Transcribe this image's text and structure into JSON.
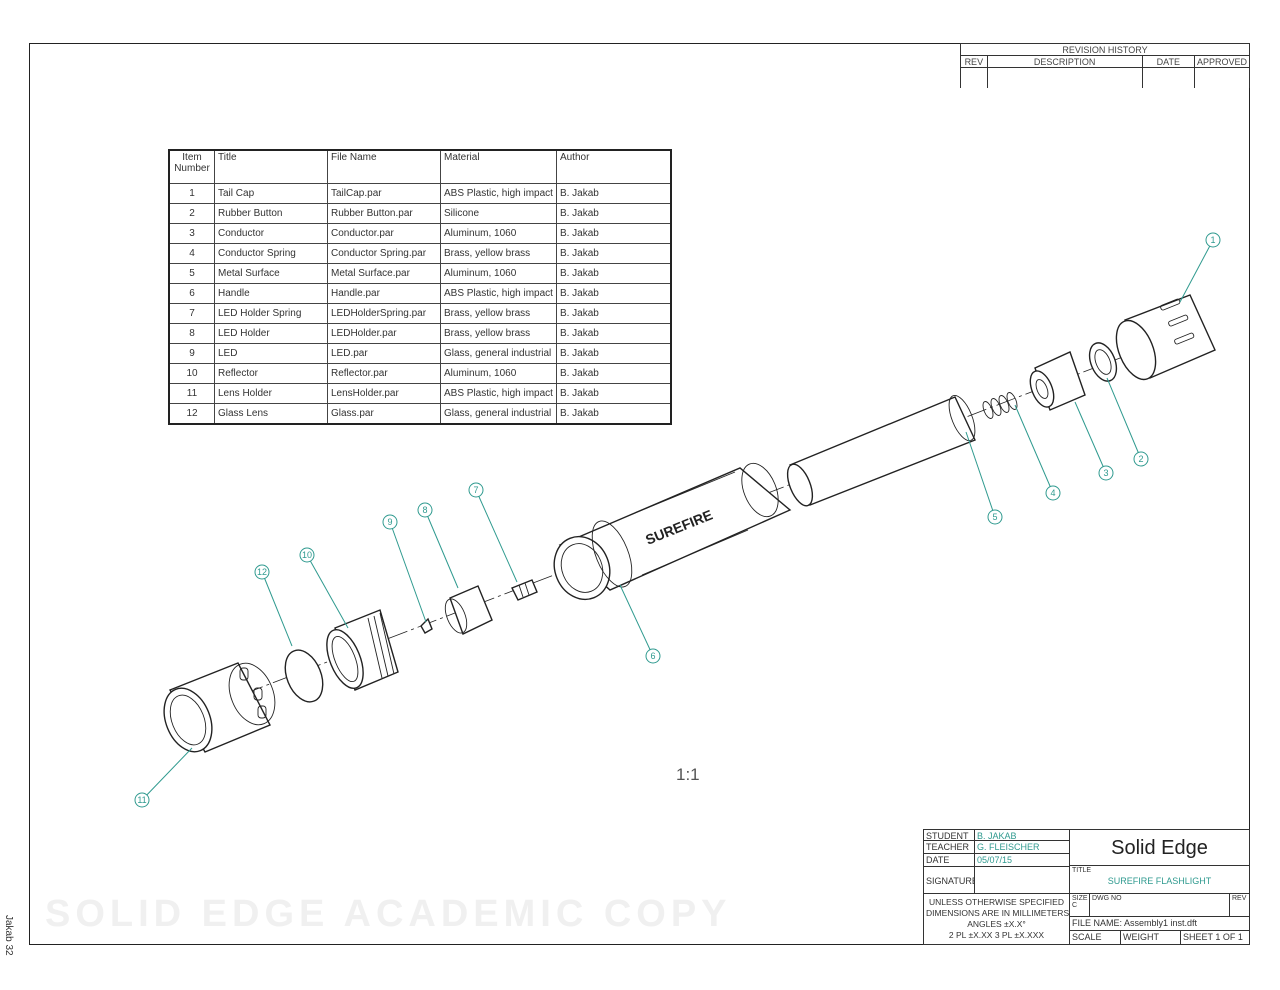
{
  "revision_history": {
    "title": "REVISION HISTORY",
    "columns": [
      "REV",
      "DESCRIPTION",
      "DATE",
      "APPROVED"
    ]
  },
  "bom": {
    "headers": [
      "Item Number",
      "Title",
      "File Name",
      "Material",
      "Author"
    ],
    "rows": [
      [
        "1",
        "Tail Cap",
        "TailCap.par",
        "ABS Plastic, high impact",
        "B. Jakab"
      ],
      [
        "2",
        "Rubber Button",
        "Rubber Button.par",
        "Silicone",
        "B. Jakab"
      ],
      [
        "3",
        "Conductor",
        "Conductor.par",
        "Aluminum, 1060",
        "B. Jakab"
      ],
      [
        "4",
        "Conductor Spring",
        "Conductor Spring.par",
        "Brass, yellow brass",
        "B. Jakab"
      ],
      [
        "5",
        "Metal Surface",
        "Metal Surface.par",
        "Aluminum, 1060",
        "B. Jakab"
      ],
      [
        "6",
        "Handle",
        "Handle.par",
        "ABS Plastic, high impact",
        "B. Jakab"
      ],
      [
        "7",
        "LED Holder Spring",
        "LEDHolderSpring.par",
        "Brass, yellow brass",
        "B. Jakab"
      ],
      [
        "8",
        "LED Holder",
        "LEDHolder.par",
        "Brass, yellow brass",
        "B. Jakab"
      ],
      [
        "9",
        "LED",
        "LED.par",
        "Glass, general industrial",
        "B. Jakab"
      ],
      [
        "10",
        "Reflector",
        "Reflector.par",
        "Aluminum, 1060",
        "B. Jakab"
      ],
      [
        "11",
        "Lens Holder",
        "LensHolder.par",
        "ABS Plastic, high impact",
        "B. Jakab"
      ],
      [
        "12",
        "Glass Lens",
        "Glass.par",
        "Glass, general industrial",
        "B. Jakab"
      ]
    ]
  },
  "balloons": [
    "1",
    "2",
    "3",
    "4",
    "5",
    "6",
    "7",
    "8",
    "9",
    "10",
    "11",
    "12"
  ],
  "handle_logo": "SUREFIRE",
  "scale_mark": "1:1",
  "title_block": {
    "student_label": "STUDENT",
    "student": "B. JAKAB",
    "teacher_label": "TEACHER",
    "teacher": "G. FLEISCHER",
    "date_label": "DATE",
    "date": "05/07/15",
    "signature_label": "SIGNATURE",
    "brand": "Solid Edge",
    "title_label": "TITLE",
    "title": "SUREFIRE FLASHLIGHT",
    "tolerance_lines": [
      "UNLESS OTHERWISE SPECIFIED",
      "DIMENSIONS ARE IN MILLIMETERS",
      "ANGLES ±X.X°",
      "2 PL ±X.XX 3 PL ±X.XXX"
    ],
    "size_label": "SIZE",
    "size": "C",
    "dwg_label": "DWG NO",
    "rev_label": "REV",
    "file_name": "FILE NAME: Assembly1 inst.dft",
    "scale_label": "SCALE",
    "weight_label": "WEIGHT",
    "sheet": "SHEET 1 OF 1"
  },
  "watermark": "SOLID EDGE ACADEMIC COPY",
  "side_tag": "Jakab 32",
  "colors": {
    "annotation": "#2f9a8f",
    "line": "#222222"
  }
}
